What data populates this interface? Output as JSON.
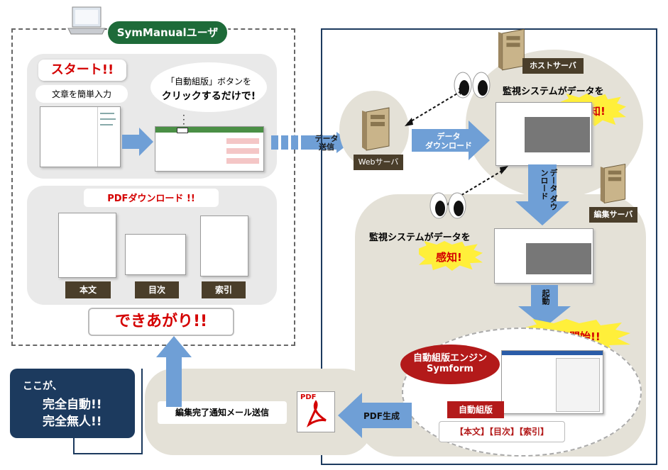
{
  "user_section": {
    "title": "SymManualユーザ",
    "start": "スタート!!",
    "start_sub": "文章を簡単入力",
    "bubble_line1": "「自動組版」ボタンを",
    "bubble_line2": "クリックするだけで!",
    "pdf_download": "PDFダウンロード !!",
    "docs": [
      "本文",
      "目次",
      "索引"
    ],
    "done": "できあがり!!"
  },
  "flow": {
    "data_send": "データ\n送信",
    "web_server": "Webサーバ",
    "data_download": "データ\nダウンロード",
    "host_server": "ホストサーバ",
    "monitor_text": "監視システムがデータを",
    "detect": "感知!",
    "data_download_vertical": "データ\nダウンロード",
    "edit_server": "編集サーバ",
    "monitor_text2": "監視システムがデータを",
    "detect2": "感知!",
    "start_up": "起動",
    "edit_start": "編集開始!!",
    "engine_line1": "自動組版エンジン",
    "engine_line2": "Symform",
    "auto_typeset": "自動組版",
    "outputs": "【本文】【目次】【索引】",
    "pdf_gen": "PDF生成",
    "notify": "編集完了通知メール送信",
    "pdf_icon_label": "PDF"
  },
  "callout": {
    "line1": "ここが、",
    "line2": "完全自動!!",
    "line3": "完全無人!!"
  },
  "colors": {
    "green": "#1e6b39",
    "navy": "#1c3a5e",
    "arrow": "#6f9fd6",
    "red": "#d40000",
    "burst": "#ffef3a"
  }
}
